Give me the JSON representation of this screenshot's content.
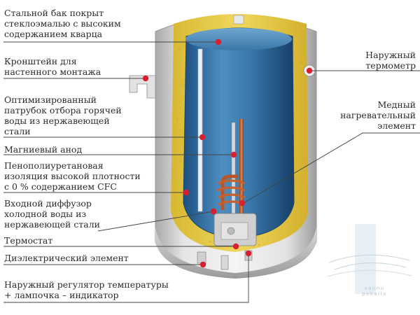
{
  "labels": {
    "tank": "Стальной бак покрыт\nстеклоэмалью с высоким\nсодержанием кварца",
    "bracket": "Кронштейн для\nнастенного монтажа",
    "outlet": "Оптимизированный\nпатрубок отбора горячей\nводы из нержавеющей\nстали",
    "anode": "Магниевый анод",
    "insulation": "Пенополиуретановая\nизоляция высокой плотности\nс 0 % содержанием CFC",
    "diffuser": "Входной диффузор\nхолодной воды из\nнержавеющей стали",
    "thermostat": "Термостат",
    "dielectric": "Диэлектрический элемент",
    "regulator": "Наружный регулятор температуры\n+ лампочка – индикатор",
    "thermometer": "Наружный\nтермометр",
    "heater": "Медный\nнагревательный\nэлемент"
  },
  "watermark": {
    "line1": "vannu",
    "line2": "pekalla"
  },
  "colors": {
    "shell": "#dcdcdc",
    "insulation": "#e5c84a",
    "water": "#3f7fb2",
    "marker": "#d8202e",
    "copper": "#c96a3a",
    "leader": "#444444"
  }
}
